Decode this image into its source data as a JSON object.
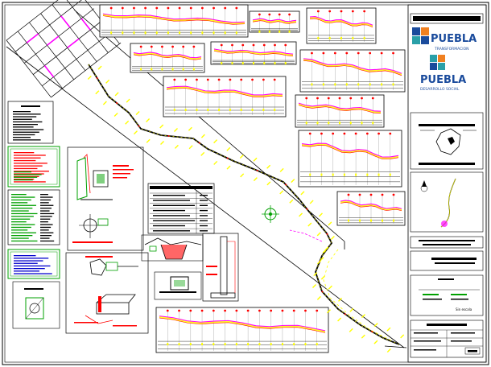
{
  "title_block": {
    "logo_1": {
      "name": "PUEBLA",
      "tagline": "TRANSFORMACION"
    },
    "logo_2": {
      "name": "PUEBLA",
      "tagline": "DESARROLLO SOCIAL"
    },
    "scale_note": "Sin escala"
  },
  "colors": {
    "paper": "#ffffff",
    "linework": "#000000",
    "profile_line": "#ff00ff",
    "cut_fill": "#ffff00",
    "station_marker": "#ff0000",
    "grid": "#808080",
    "legend_green": "#00a000",
    "legend_blue": "#0000cc",
    "logo_blue": "#1a4b9c",
    "logo_teal": "#2aa0a8",
    "logo_orange": "#f08020"
  },
  "icons": [
    "north-arrow-icon",
    "location-map-icon",
    "grid-crosshair-icon"
  ]
}
